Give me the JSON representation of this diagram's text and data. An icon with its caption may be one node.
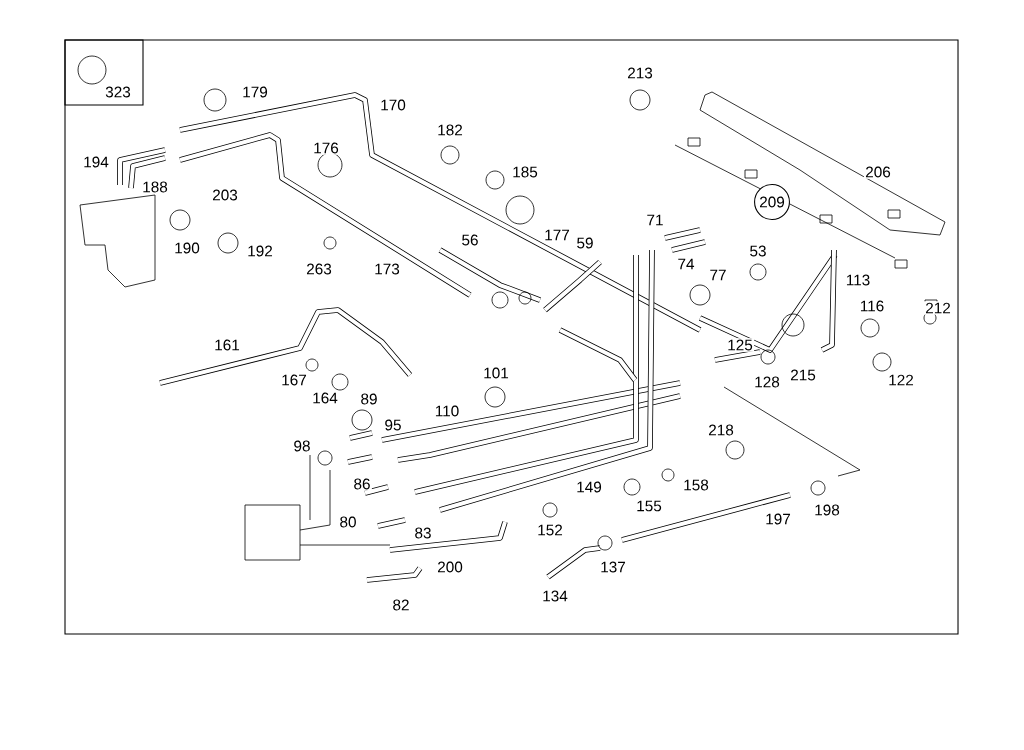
{
  "diagram": {
    "labels": [
      "323",
      "179",
      "170",
      "213",
      "182",
      "176",
      "185",
      "206",
      "194",
      "188",
      "203",
      "209",
      "71",
      "56",
      "177",
      "59",
      "190",
      "192",
      "53",
      "74",
      "263",
      "173",
      "113",
      "77",
      "116",
      "212",
      "161",
      "125",
      "101",
      "167",
      "128",
      "215",
      "122",
      "164",
      "89",
      "110",
      "95",
      "218",
      "98",
      "86",
      "149",
      "158",
      "155",
      "198",
      "80",
      "197",
      "83",
      "152",
      "200",
      "137",
      "134",
      "82"
    ]
  }
}
